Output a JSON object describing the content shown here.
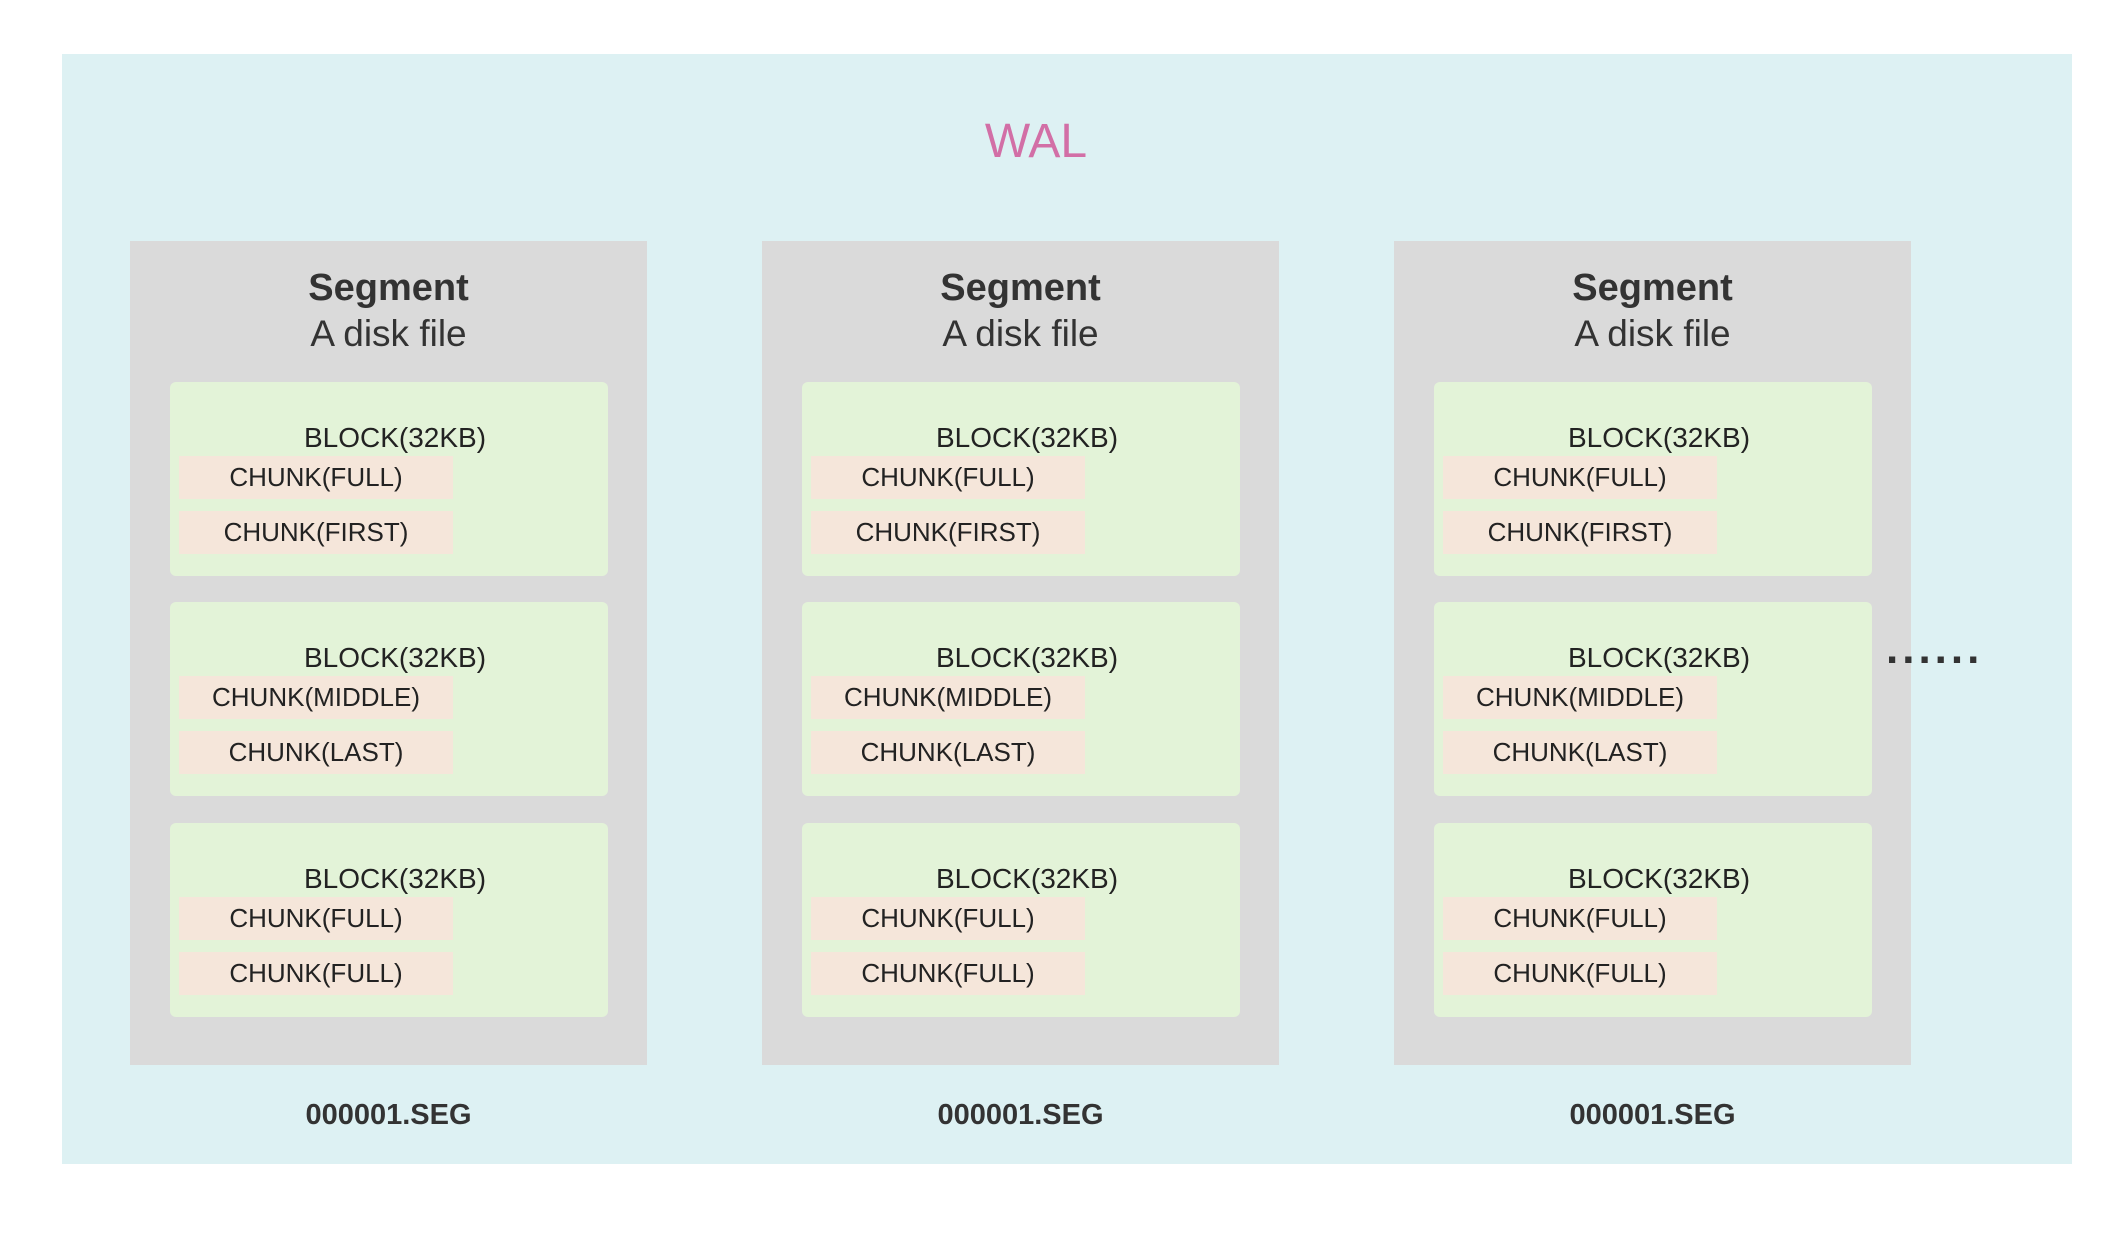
{
  "title": "WAL",
  "ellipsis": "......",
  "segments": [
    {
      "title": "Segment",
      "subtitle": "A disk file",
      "file": "000001.SEG",
      "blocks": [
        {
          "label": "BLOCK(32KB)",
          "chunks": [
            "CHUNK(FULL)",
            "CHUNK(FIRST)"
          ]
        },
        {
          "label": "BLOCK(32KB)",
          "chunks": [
            "CHUNK(MIDDLE)",
            "CHUNK(LAST)"
          ]
        },
        {
          "label": "BLOCK(32KB)",
          "chunks": [
            "CHUNK(FULL)",
            "CHUNK(FULL)"
          ]
        }
      ]
    },
    {
      "title": "Segment",
      "subtitle": "A disk file",
      "file": "000001.SEG",
      "blocks": [
        {
          "label": "BLOCK(32KB)",
          "chunks": [
            "CHUNK(FULL)",
            "CHUNK(FIRST)"
          ]
        },
        {
          "label": "BLOCK(32KB)",
          "chunks": [
            "CHUNK(MIDDLE)",
            "CHUNK(LAST)"
          ]
        },
        {
          "label": "BLOCK(32KB)",
          "chunks": [
            "CHUNK(FULL)",
            "CHUNK(FULL)"
          ]
        }
      ]
    },
    {
      "title": "Segment",
      "subtitle": "A disk file",
      "file": "000001.SEG",
      "blocks": [
        {
          "label": "BLOCK(32KB)",
          "chunks": [
            "CHUNK(FULL)",
            "CHUNK(FIRST)"
          ]
        },
        {
          "label": "BLOCK(32KB)",
          "chunks": [
            "CHUNK(MIDDLE)",
            "CHUNK(LAST)"
          ]
        },
        {
          "label": "BLOCK(32KB)",
          "chunks": [
            "CHUNK(FULL)",
            "CHUNK(FULL)"
          ]
        }
      ]
    }
  ]
}
